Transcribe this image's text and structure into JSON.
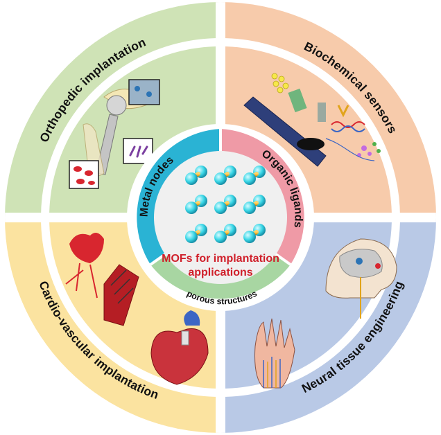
{
  "quadrants": {
    "top_left": {
      "label": "Orthopedic implantation",
      "color": "#cfe3b6",
      "icon": "hip-implant-icon"
    },
    "top_right": {
      "label": "Biochemical sensors",
      "color": "#f7cbab",
      "icon": "biosensor-chip-icon"
    },
    "bottom_left": {
      "label": "Cardio-vascular implantation",
      "color": "#fbe3a0",
      "icon": "heart-stent-icon"
    },
    "bottom_right": {
      "label": "Neural tissue engineering",
      "color": "#b9c9e6",
      "icon": "brain-hand-nerves-icon"
    }
  },
  "inner_ring": {
    "left": {
      "label": "Metal nodes",
      "color": "#2ab3d4"
    },
    "right": {
      "label": "Organic ligands",
      "color": "#ef9aa6"
    },
    "bottom": {
      "label": "porous structures",
      "color": "#a8d6a2"
    }
  },
  "center": {
    "title_line1": "MOFs for implantation",
    "title_line2": "applications",
    "icon": "mof-lattice-icon",
    "node_color": "#38d6e6",
    "linker_color": "#f0a81a"
  }
}
